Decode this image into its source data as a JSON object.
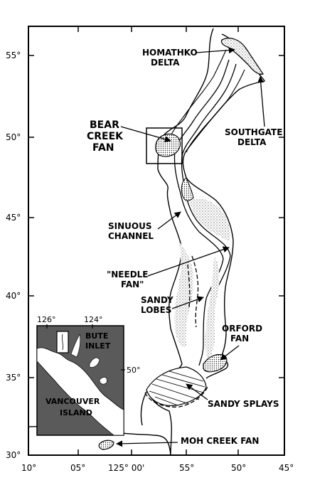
{
  "map": {
    "lat_ticks": [
      "55°",
      "50°",
      "45°",
      "40°",
      "35°",
      "30°"
    ],
    "lon_ticks": [
      "10°",
      "05°",
      "125° 00'",
      "55°",
      "50°",
      "45°"
    ],
    "labels": {
      "homathko_1": "HOMATHKO",
      "homathko_2": "DELTA",
      "southgate_1": "SOUTHGATE",
      "southgate_2": "DELTA",
      "bear_1": "BEAR",
      "bear_2": "CREEK",
      "bear_3": "FAN",
      "sinuous_1": "SINUOUS",
      "sinuous_2": "CHANNEL",
      "needle_1": "\"NEEDLE",
      "needle_2": "FAN\"",
      "sandy_lobes_1": "SANDY",
      "sandy_lobes_2": "LOBES",
      "orford_1": "ORFORD",
      "orford_2": "FAN",
      "sandy_splays": "SANDY SPLAYS",
      "moh": "MOH CREEK FAN"
    },
    "inset": {
      "lon_left": "126°",
      "lon_right": "124°",
      "lat": "50°",
      "bute_1": "BUTE",
      "bute_2": "INLET",
      "vancouver": "VANCOUVER",
      "island": "ISLAND"
    }
  }
}
